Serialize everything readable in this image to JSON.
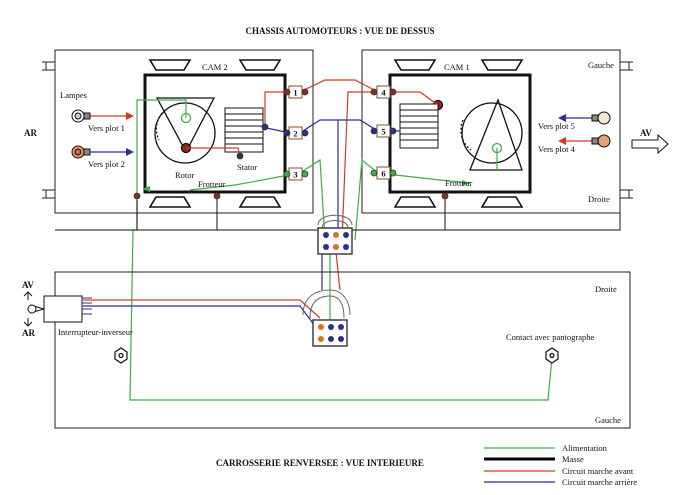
{
  "titles": {
    "top": "CHASSIS AUTOMOTEURS : VUE DE DESSUS",
    "bottom": "CARROSSERIE RENVERSEE : VUE INTERIEURE"
  },
  "chassis": {
    "ar": "AR",
    "av": "AV",
    "gauche": "Gauche",
    "droite": "Droite",
    "lampes": "Lampes",
    "vers_plot_1": "Vers plot 1",
    "vers_plot_2": "Vers plot 2",
    "vers_plot_4": "Vers plot 4",
    "vers_plot_5": "Vers plot 5",
    "cam2": "CAM 2",
    "cam1": "CAM 1",
    "rotor": "Rotor",
    "stator": "Stator",
    "frotteur_left": "Frotteur",
    "frotteur_right": "Frotteur",
    "plots": [
      "1",
      "2",
      "3",
      "4",
      "5",
      "6"
    ]
  },
  "body": {
    "av": "AV",
    "ar": "AR",
    "droite": "Droite",
    "gauche": "Gauche",
    "interrupteur": "Interrupteur-inverseur",
    "contact": "Contact avec pantographe"
  },
  "legend": {
    "items": [
      {
        "label": "Alimentation",
        "color": "#3fae49"
      },
      {
        "label": "Masse",
        "color": "#000000"
      },
      {
        "label": "Circuit marche avant",
        "color": "#d23a24"
      },
      {
        "label": "Circuit marche arrière",
        "color": "#2a2f8f"
      }
    ]
  },
  "colors": {
    "alimentation": "#3fae49",
    "masse": "#000000",
    "avant": "#d23a24",
    "arriere": "#2a2f8f",
    "plot_border": "#8a4b2a"
  }
}
